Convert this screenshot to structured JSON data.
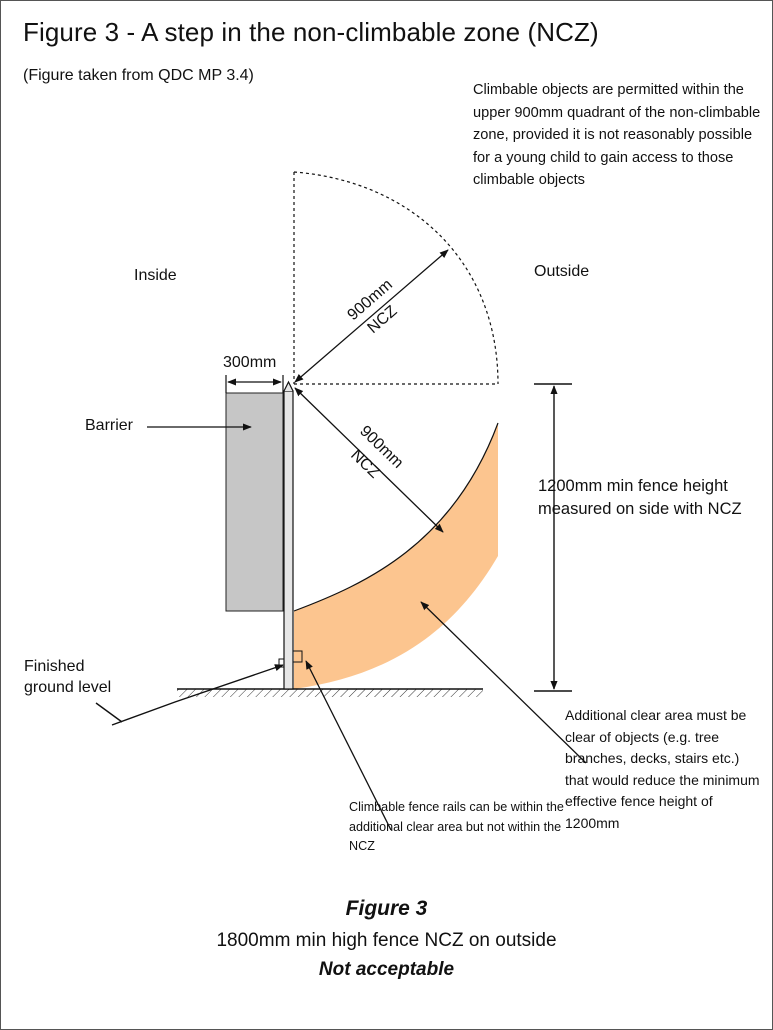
{
  "title": "Figure 3 - A step in the non-climbable zone (NCZ)",
  "subtitle": "(Figure taken from QDC MP 3.4)",
  "note_top": "Climbable objects are permitted within the upper 900mm quadrant of the non-climbable zone, provided it is not reasonably possible for a young child to gain access to those climbable objects",
  "labels": {
    "inside": "Inside",
    "outside": "Outside",
    "width_300": "300mm",
    "barrier": "Barrier",
    "ncz_upper_length": "900mm",
    "ncz_upper_tag": "NCZ",
    "ncz_lower_length": "900mm",
    "ncz_lower_tag": "NCZ",
    "finished_ground_level": "Finished ground level"
  },
  "height_note": "1200mm min fence height measured on side with NCZ",
  "note_clear_area": "Additional clear area must be clear of objects (e.g. tree branches, decks, stairs etc.) that would reduce the minimum effective fence height of 1200mm",
  "note_rails": "Climbable fence rails can be within the additional clear area but not within the NCZ",
  "caption": {
    "figure": "Figure 3",
    "description": "1800mm min high fence NCZ on outside",
    "verdict": "Not acceptable"
  },
  "colors": {
    "clear_area": "#fcc58f",
    "barrier": "#c6c6c6",
    "lines": "#111111"
  }
}
